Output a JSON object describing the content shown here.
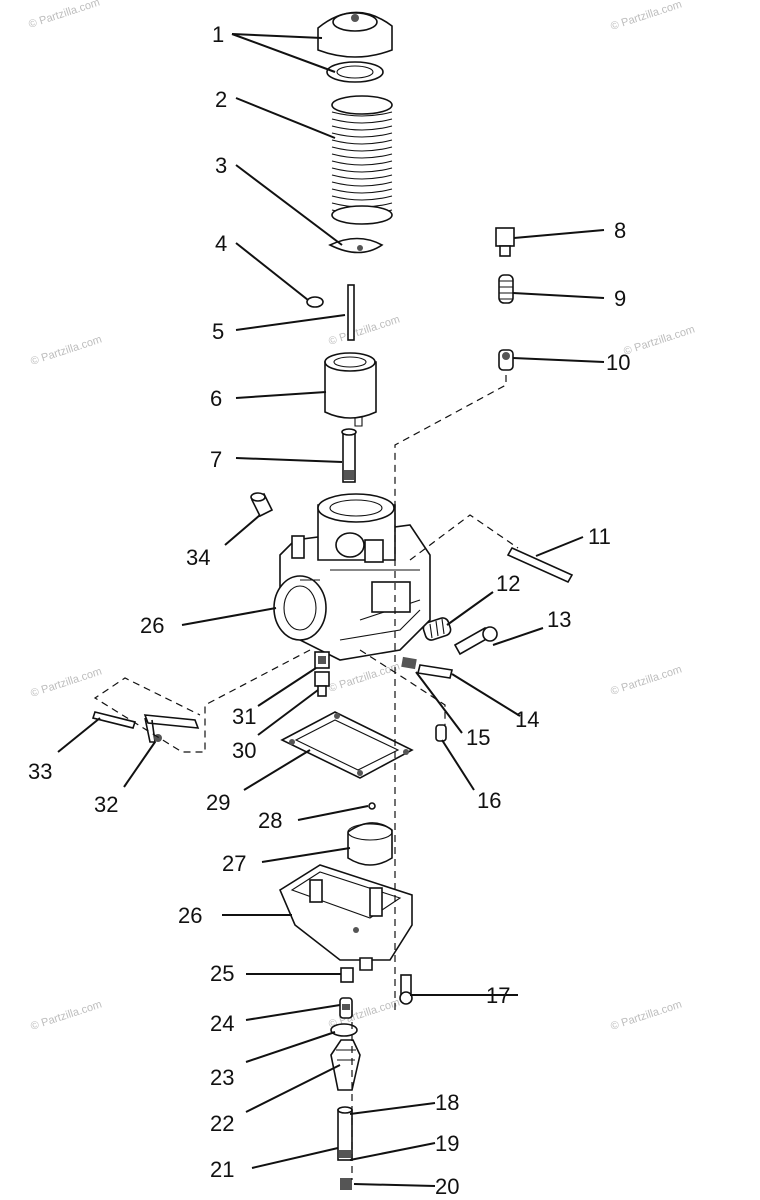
{
  "watermark": "© Partzilla.com",
  "labels": {
    "n1": "1",
    "n2": "2",
    "n3": "3",
    "n4": "4",
    "n5": "5",
    "n6": "6",
    "n7": "7",
    "n8": "8",
    "n9": "9",
    "n10": "10",
    "n11": "11",
    "n12": "12",
    "n13": "13",
    "n14": "14",
    "n15": "15",
    "n16": "16",
    "n17": "17",
    "n18": "18",
    "n19": "19",
    "n20": "20",
    "n21": "21",
    "n22": "22",
    "n23": "23",
    "n24": "24",
    "n25": "25",
    "n26a": "26",
    "n26b": "26",
    "n27": "27",
    "n28": "28",
    "n29": "29",
    "n30": "30",
    "n31": "31",
    "n32": "32",
    "n33": "33",
    "n34": "34"
  }
}
